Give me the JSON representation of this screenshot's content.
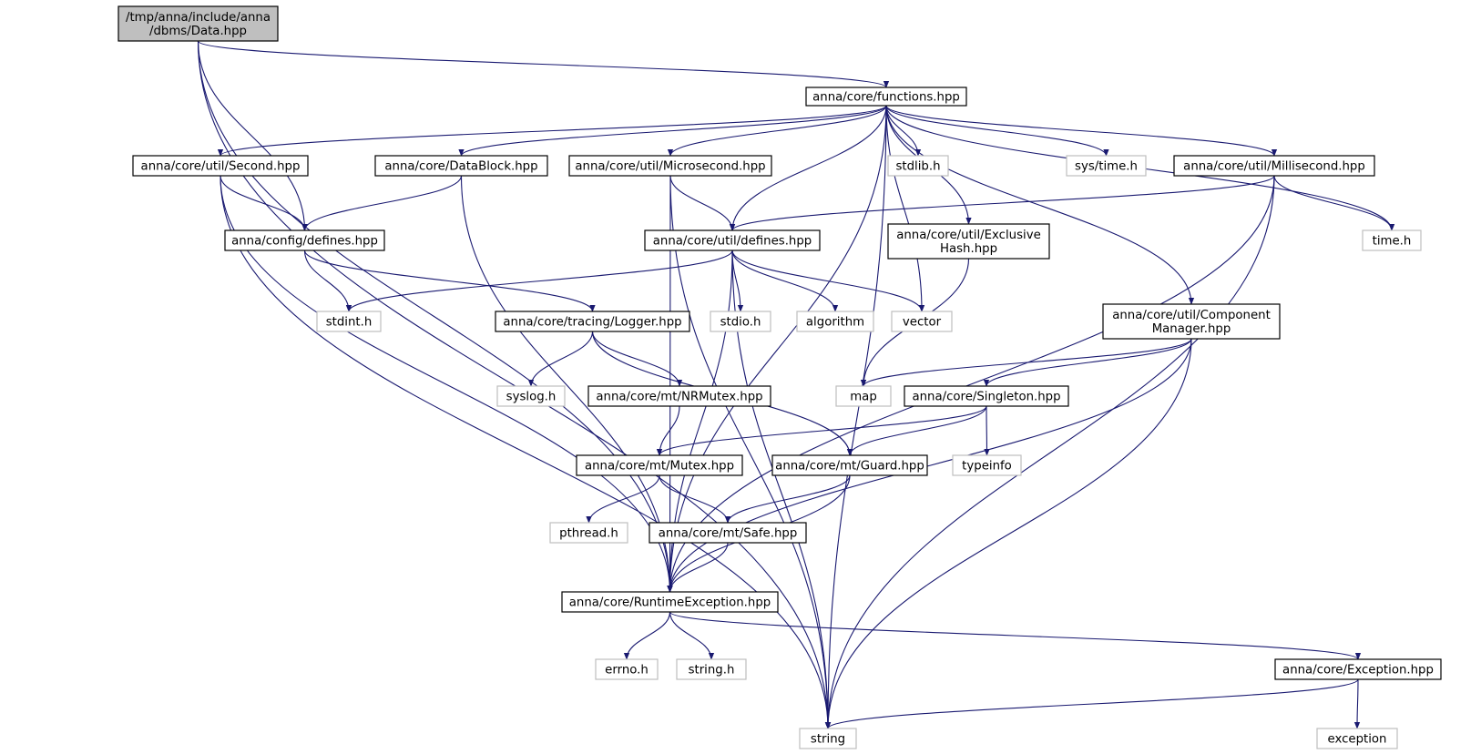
{
  "graph": {
    "colors": {
      "edge": "#191970",
      "focus_fill": "#bfbfbf",
      "border": "#000000",
      "ext_border": "#bfbfbf"
    },
    "nodes": [
      {
        "id": "data",
        "lines": [
          "/tmp/anna/include/anna",
          "/dbms/Data.hpp"
        ],
        "kind": "focus"
      },
      {
        "id": "functions",
        "lines": [
          "anna/core/functions.hpp"
        ],
        "kind": "main"
      },
      {
        "id": "second",
        "lines": [
          "anna/core/util/Second.hpp"
        ],
        "kind": "main"
      },
      {
        "id": "datablock",
        "lines": [
          "anna/core/DataBlock.hpp"
        ],
        "kind": "main"
      },
      {
        "id": "microsecond",
        "lines": [
          "anna/core/util/Microsecond.hpp"
        ],
        "kind": "main"
      },
      {
        "id": "stdlib",
        "lines": [
          "stdlib.h"
        ],
        "kind": "ext"
      },
      {
        "id": "systime",
        "lines": [
          "sys/time.h"
        ],
        "kind": "ext"
      },
      {
        "id": "millisecond",
        "lines": [
          "anna/core/util/Millisecond.hpp"
        ],
        "kind": "main"
      },
      {
        "id": "configdefines",
        "lines": [
          "anna/config/defines.hpp"
        ],
        "kind": "main"
      },
      {
        "id": "utildefines",
        "lines": [
          "anna/core/util/defines.hpp"
        ],
        "kind": "main"
      },
      {
        "id": "exclusivehash",
        "lines": [
          "anna/core/util/Exclusive",
          "Hash.hpp"
        ],
        "kind": "main"
      },
      {
        "id": "timeh",
        "lines": [
          "time.h"
        ],
        "kind": "ext"
      },
      {
        "id": "stdint",
        "lines": [
          "stdint.h"
        ],
        "kind": "ext"
      },
      {
        "id": "logger",
        "lines": [
          "anna/core/tracing/Logger.hpp"
        ],
        "kind": "main"
      },
      {
        "id": "stdio",
        "lines": [
          "stdio.h"
        ],
        "kind": "ext"
      },
      {
        "id": "algorithm",
        "lines": [
          "algorithm"
        ],
        "kind": "ext"
      },
      {
        "id": "vector",
        "lines": [
          "vector"
        ],
        "kind": "ext"
      },
      {
        "id": "component",
        "lines": [
          "anna/core/util/Component",
          "Manager.hpp"
        ],
        "kind": "main"
      },
      {
        "id": "syslog",
        "lines": [
          "syslog.h"
        ],
        "kind": "ext"
      },
      {
        "id": "nrmutex",
        "lines": [
          "anna/core/mt/NRMutex.hpp"
        ],
        "kind": "main"
      },
      {
        "id": "map",
        "lines": [
          "map"
        ],
        "kind": "ext"
      },
      {
        "id": "singleton",
        "lines": [
          "anna/core/Singleton.hpp"
        ],
        "kind": "main"
      },
      {
        "id": "mutex",
        "lines": [
          "anna/core/mt/Mutex.hpp"
        ],
        "kind": "main"
      },
      {
        "id": "guard",
        "lines": [
          "anna/core/mt/Guard.hpp"
        ],
        "kind": "main"
      },
      {
        "id": "typeinfo",
        "lines": [
          "typeinfo"
        ],
        "kind": "ext"
      },
      {
        "id": "pthread",
        "lines": [
          "pthread.h"
        ],
        "kind": "ext"
      },
      {
        "id": "safe",
        "lines": [
          "anna/core/mt/Safe.hpp"
        ],
        "kind": "main"
      },
      {
        "id": "runtime",
        "lines": [
          "anna/core/RuntimeException.hpp"
        ],
        "kind": "main"
      },
      {
        "id": "errno",
        "lines": [
          "errno.h"
        ],
        "kind": "ext"
      },
      {
        "id": "stringh",
        "lines": [
          "string.h"
        ],
        "kind": "ext"
      },
      {
        "id": "exceptionhpp",
        "lines": [
          "anna/core/Exception.hpp"
        ],
        "kind": "main"
      },
      {
        "id": "string",
        "lines": [
          "string"
        ],
        "kind": "ext"
      },
      {
        "id": "exception",
        "lines": [
          "exception"
        ],
        "kind": "ext"
      }
    ],
    "edges": [
      [
        "data",
        "functions"
      ],
      [
        "data",
        "configdefines"
      ],
      [
        "data",
        "runtime"
      ],
      [
        "data",
        "string"
      ],
      [
        "functions",
        "second"
      ],
      [
        "functions",
        "datablock"
      ],
      [
        "functions",
        "microsecond"
      ],
      [
        "functions",
        "stdlib"
      ],
      [
        "functions",
        "systime"
      ],
      [
        "functions",
        "millisecond"
      ],
      [
        "functions",
        "utildefines"
      ],
      [
        "functions",
        "exclusivehash"
      ],
      [
        "functions",
        "timeh"
      ],
      [
        "functions",
        "vector"
      ],
      [
        "functions",
        "component"
      ],
      [
        "functions",
        "runtime"
      ],
      [
        "functions",
        "string"
      ],
      [
        "second",
        "configdefines"
      ],
      [
        "second",
        "runtime"
      ],
      [
        "second",
        "string"
      ],
      [
        "datablock",
        "configdefines"
      ],
      [
        "datablock",
        "runtime"
      ],
      [
        "microsecond",
        "utildefines"
      ],
      [
        "microsecond",
        "runtime"
      ],
      [
        "microsecond",
        "string"
      ],
      [
        "millisecond",
        "utildefines"
      ],
      [
        "millisecond",
        "timeh"
      ],
      [
        "millisecond",
        "runtime"
      ],
      [
        "millisecond",
        "string"
      ],
      [
        "configdefines",
        "stdint"
      ],
      [
        "configdefines",
        "logger"
      ],
      [
        "utildefines",
        "stdint"
      ],
      [
        "utildefines",
        "stdio"
      ],
      [
        "utildefines",
        "algorithm"
      ],
      [
        "utildefines",
        "vector"
      ],
      [
        "utildefines",
        "runtime"
      ],
      [
        "utildefines",
        "string"
      ],
      [
        "exclusivehash",
        "map"
      ],
      [
        "component",
        "map"
      ],
      [
        "component",
        "singleton"
      ],
      [
        "component",
        "runtime"
      ],
      [
        "component",
        "string"
      ],
      [
        "logger",
        "syslog"
      ],
      [
        "logger",
        "nrmutex"
      ],
      [
        "logger",
        "guard"
      ],
      [
        "nrmutex",
        "mutex"
      ],
      [
        "singleton",
        "mutex"
      ],
      [
        "singleton",
        "guard"
      ],
      [
        "singleton",
        "typeinfo"
      ],
      [
        "mutex",
        "pthread"
      ],
      [
        "mutex",
        "safe"
      ],
      [
        "guard",
        "safe"
      ],
      [
        "guard",
        "runtime"
      ],
      [
        "safe",
        "runtime"
      ],
      [
        "runtime",
        "errno"
      ],
      [
        "runtime",
        "stringh"
      ],
      [
        "runtime",
        "exceptionhpp"
      ],
      [
        "exceptionhpp",
        "string"
      ],
      [
        "exceptionhpp",
        "exception"
      ]
    ]
  }
}
